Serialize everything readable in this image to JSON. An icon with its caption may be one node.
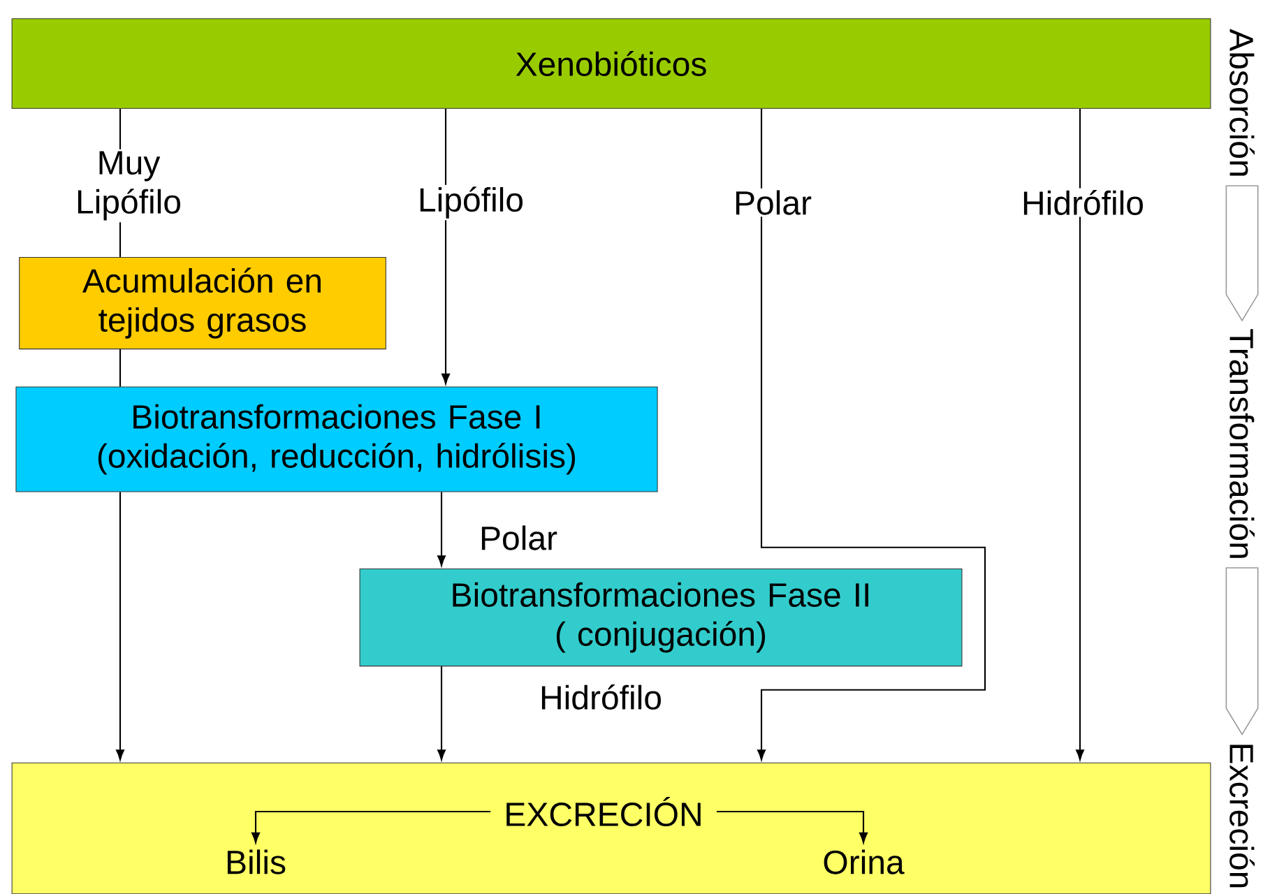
{
  "diagram": {
    "nodes": [
      {
        "text": [
          "Xenobióticos"
        ]
      },
      {
        "text": [
          "Acumulación en tejidos grasos"
        ]
      },
      {
        "text": [
          "Biotransformaciones Fase I",
          "(oxidación, reducción, hidrólisis)"
        ]
      },
      {
        "text": [
          "Biotransformaciones Fase II",
          "( conjugación)"
        ]
      },
      {
        "text": [],
        "shape": "box"
      },
      {
        "text": [
          "EXCRECIÓN"
        ],
        "in": 4
      },
      {
        "text": [
          "Bilis"
        ],
        "in": 4
      },
      {
        "text": [
          "Orina"
        ],
        "in": 4
      },
      {
        "text": [
          "Absorción"
        ]
      },
      {
        "text": [
          "Transformación"
        ]
      },
      {
        "text": [
          "Excreción"
        ]
      }
    ],
    "edges": [
      {
        "from": 0,
        "to": 1,
        "arrow": "none",
        "label": "Muy Lipófilo"
      },
      {
        "from": 1,
        "to": 2,
        "arrow": "none"
      },
      {
        "from": 0,
        "to": 2,
        "arrow": "to",
        "label": "Lipófilo"
      },
      {
        "from": 0,
        "to": 4,
        "arrow": "to",
        "label": "Polar"
      },
      {
        "from": 0,
        "to": 4,
        "arrow": "to",
        "label": "Hidrófilo"
      },
      {
        "from": 2,
        "to": 4,
        "arrow": "to"
      },
      {
        "from": 2,
        "to": 3,
        "arrow": "to",
        "label": "Polar"
      },
      {
        "from": 3,
        "to": 4,
        "arrow": "to",
        "label": "Hidrófilo"
      },
      {
        "from": 5,
        "to": 6,
        "arrow": "to"
      },
      {
        "from": 5,
        "to": 7,
        "arrow": "to"
      },
      {
        "from": 8,
        "to": 9,
        "arrow": "to"
      },
      {
        "from": 9,
        "to": 10,
        "arrow": "to"
      }
    ]
  }
}
